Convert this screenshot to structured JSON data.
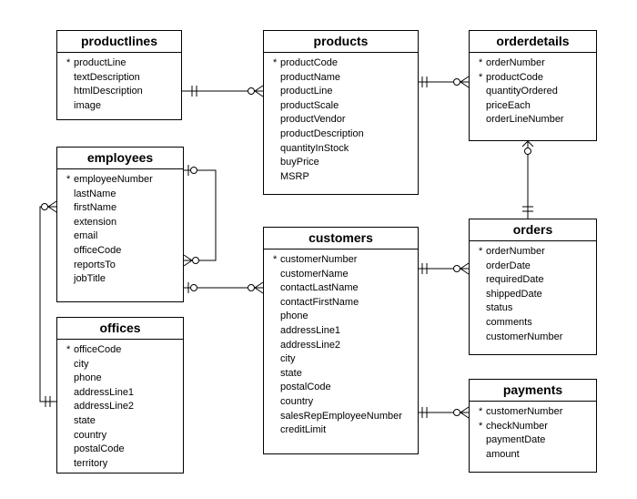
{
  "entities": {
    "productlines": {
      "name": "productlines",
      "attributes": [
        {
          "name": "productLine",
          "pk": true
        },
        {
          "name": "textDescription",
          "pk": false
        },
        {
          "name": "htmlDescription",
          "pk": false
        },
        {
          "name": "image",
          "pk": false
        }
      ]
    },
    "products": {
      "name": "products",
      "attributes": [
        {
          "name": "productCode",
          "pk": true
        },
        {
          "name": "productName",
          "pk": false
        },
        {
          "name": "productLine",
          "pk": false
        },
        {
          "name": "productScale",
          "pk": false
        },
        {
          "name": "productVendor",
          "pk": false
        },
        {
          "name": "productDescription",
          "pk": false
        },
        {
          "name": "quantityInStock",
          "pk": false
        },
        {
          "name": "buyPrice",
          "pk": false
        },
        {
          "name": "MSRP",
          "pk": false
        }
      ]
    },
    "orderdetails": {
      "name": "orderdetails",
      "attributes": [
        {
          "name": "orderNumber",
          "pk": true
        },
        {
          "name": "productCode",
          "pk": true
        },
        {
          "name": "quantityOrdered",
          "pk": false
        },
        {
          "name": "priceEach",
          "pk": false
        },
        {
          "name": "orderLineNumber",
          "pk": false
        }
      ]
    },
    "employees": {
      "name": "employees",
      "attributes": [
        {
          "name": "employeeNumber",
          "pk": true
        },
        {
          "name": "lastName",
          "pk": false
        },
        {
          "name": "firstName",
          "pk": false
        },
        {
          "name": "extension",
          "pk": false
        },
        {
          "name": "email",
          "pk": false
        },
        {
          "name": "officeCode",
          "pk": false
        },
        {
          "name": "reportsTo",
          "pk": false
        },
        {
          "name": "jobTitle",
          "pk": false
        }
      ]
    },
    "customers": {
      "name": "customers",
      "attributes": [
        {
          "name": "customerNumber",
          "pk": true
        },
        {
          "name": "customerName",
          "pk": false
        },
        {
          "name": "contactLastName",
          "pk": false
        },
        {
          "name": "contactFirstName",
          "pk": false
        },
        {
          "name": "phone",
          "pk": false
        },
        {
          "name": "addressLine1",
          "pk": false
        },
        {
          "name": "addressLine2",
          "pk": false
        },
        {
          "name": "city",
          "pk": false
        },
        {
          "name": "state",
          "pk": false
        },
        {
          "name": "postalCode",
          "pk": false
        },
        {
          "name": "country",
          "pk": false
        },
        {
          "name": "salesRepEmployeeNumber",
          "pk": false
        },
        {
          "name": "creditLimit",
          "pk": false
        }
      ]
    },
    "orders": {
      "name": "orders",
      "attributes": [
        {
          "name": "orderNumber",
          "pk": true
        },
        {
          "name": "orderDate",
          "pk": false
        },
        {
          "name": "requiredDate",
          "pk": false
        },
        {
          "name": "shippedDate",
          "pk": false
        },
        {
          "name": "status",
          "pk": false
        },
        {
          "name": "comments",
          "pk": false
        },
        {
          "name": "customerNumber",
          "pk": false
        }
      ]
    },
    "offices": {
      "name": "offices",
      "attributes": [
        {
          "name": "officeCode",
          "pk": true
        },
        {
          "name": "city",
          "pk": false
        },
        {
          "name": "phone",
          "pk": false
        },
        {
          "name": "addressLine1",
          "pk": false
        },
        {
          "name": "addressLine2",
          "pk": false
        },
        {
          "name": "state",
          "pk": false
        },
        {
          "name": "country",
          "pk": false
        },
        {
          "name": "postalCode",
          "pk": false
        },
        {
          "name": "territory",
          "pk": false
        }
      ]
    },
    "payments": {
      "name": "payments",
      "attributes": [
        {
          "name": "customerNumber",
          "pk": true
        },
        {
          "name": "checkNumber",
          "pk": true
        },
        {
          "name": "paymentDate",
          "pk": false
        },
        {
          "name": "amount",
          "pk": false
        }
      ]
    }
  },
  "pk_marker": "*",
  "relationships": [
    {
      "from": "productlines",
      "to": "products",
      "from_cardinality": "one-and-only-one",
      "to_cardinality": "zero-or-many"
    },
    {
      "from": "products",
      "to": "orderdetails",
      "from_cardinality": "one-and-only-one",
      "to_cardinality": "zero-or-many"
    },
    {
      "from": "orders",
      "to": "orderdetails",
      "from_cardinality": "one-and-only-one",
      "to_cardinality": "zero-or-many"
    },
    {
      "from": "employees",
      "to": "employees",
      "from_cardinality": "zero-or-one",
      "to_cardinality": "zero-or-many"
    },
    {
      "from": "employees",
      "to": "customers",
      "from_cardinality": "zero-or-one",
      "to_cardinality": "zero-or-many"
    },
    {
      "from": "customers",
      "to": "orders",
      "from_cardinality": "one-and-only-one",
      "to_cardinality": "zero-or-many"
    },
    {
      "from": "offices",
      "to": "employees",
      "from_cardinality": "one-and-only-one",
      "to_cardinality": "zero-or-many"
    },
    {
      "from": "customers",
      "to": "payments",
      "from_cardinality": "one-and-only-one",
      "to_cardinality": "zero-or-many"
    }
  ]
}
